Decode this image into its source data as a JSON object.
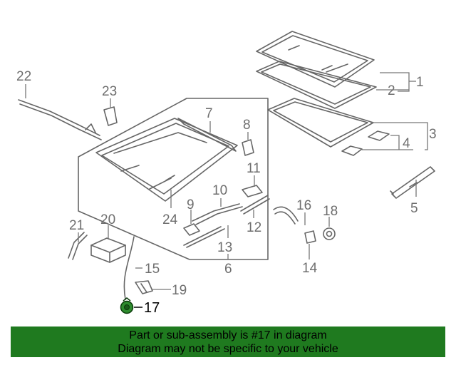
{
  "callouts": [
    {
      "id": "1",
      "label": "1"
    },
    {
      "id": "2",
      "label": "2"
    },
    {
      "id": "3",
      "label": "3"
    },
    {
      "id": "4",
      "label": "4"
    },
    {
      "id": "5",
      "label": "5"
    },
    {
      "id": "6",
      "label": "6"
    },
    {
      "id": "7",
      "label": "7"
    },
    {
      "id": "8",
      "label": "8"
    },
    {
      "id": "9",
      "label": "9"
    },
    {
      "id": "10",
      "label": "10"
    },
    {
      "id": "11",
      "label": "11"
    },
    {
      "id": "12",
      "label": "12"
    },
    {
      "id": "13",
      "label": "13"
    },
    {
      "id": "14",
      "label": "14"
    },
    {
      "id": "15",
      "label": "15"
    },
    {
      "id": "16",
      "label": "16"
    },
    {
      "id": "17",
      "label": "17"
    },
    {
      "id": "18",
      "label": "18"
    },
    {
      "id": "19",
      "label": "19"
    },
    {
      "id": "20",
      "label": "20"
    },
    {
      "id": "21",
      "label": "21"
    },
    {
      "id": "22",
      "label": "22"
    },
    {
      "id": "23",
      "label": "23"
    },
    {
      "id": "24",
      "label": "24"
    }
  ],
  "highlight_part": "17",
  "colors": {
    "banner": "#1f7a1f",
    "highlight": "#2e8b2e",
    "line": "#666666",
    "label": "#6e6e6e"
  },
  "banner": {
    "line1": "Part or sub-assembly is #17 in diagram",
    "line2": "Diagram may not be specific to your vehicle"
  }
}
